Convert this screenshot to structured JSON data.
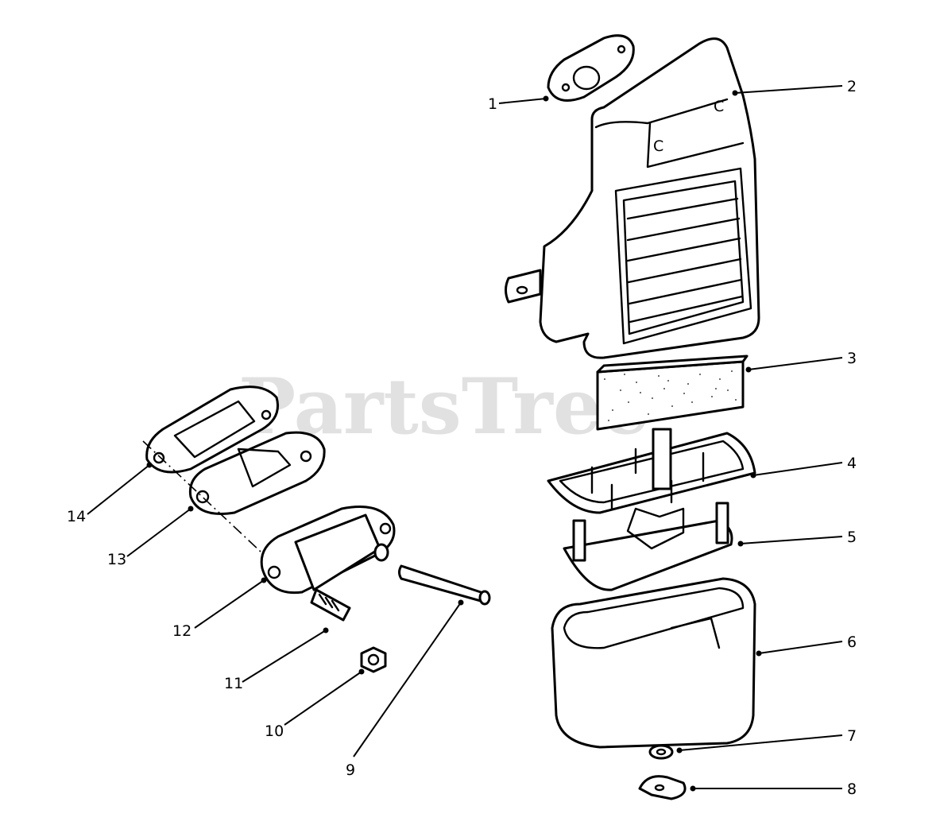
{
  "watermark": "PartsTree",
  "callouts": [
    {
      "id": 1,
      "label": "1"
    },
    {
      "id": 2,
      "label": "2"
    },
    {
      "id": 3,
      "label": "3"
    },
    {
      "id": 4,
      "label": "4"
    },
    {
      "id": 5,
      "label": "5"
    },
    {
      "id": 6,
      "label": "6"
    },
    {
      "id": 7,
      "label": "7"
    },
    {
      "id": 8,
      "label": "8"
    },
    {
      "id": 9,
      "label": "9"
    },
    {
      "id": 10,
      "label": "10"
    },
    {
      "id": 11,
      "label": "11"
    },
    {
      "id": 12,
      "label": "12"
    },
    {
      "id": 13,
      "label": "13"
    },
    {
      "id": 14,
      "label": "14"
    }
  ]
}
